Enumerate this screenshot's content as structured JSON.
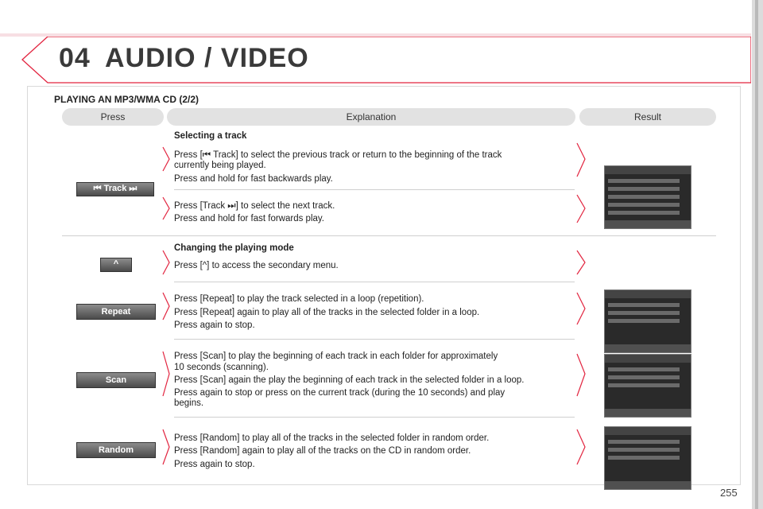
{
  "header": {
    "chapter_number": "04",
    "chapter_title": "AUDIO / VIDEO"
  },
  "section": {
    "title": "PLAYING AN MP3/WMA CD (2/2)"
  },
  "columns": {
    "press": "Press",
    "explanation": "Explanation",
    "result": "Result"
  },
  "blocks": {
    "track": {
      "heading": "Selecting a track",
      "button_label": "⏮ Track ⏭",
      "prev_line1": "Press [⏮ Track] to select the previous track or return to the beginning of the track",
      "prev_line2": "currently being played.",
      "prev_line3": "Press and hold for fast backwards play.",
      "next_line1": "Press [Track ⏭] to select the next track.",
      "next_line2": "Press and hold for fast forwards play."
    },
    "mode": {
      "heading": "Changing the playing mode",
      "button_label": "^",
      "line1": "Press [^] to access the secondary menu."
    },
    "repeat": {
      "button_label": "Repeat",
      "line1": "Press [Repeat] to play the track selected in a loop (repetition).",
      "line2": "Press [Repeat] again to play all of the tracks in the selected folder in a loop.",
      "line3": "Press again to stop."
    },
    "scan": {
      "button_label": "Scan",
      "line1": "Press [Scan] to play the beginning of each track in each folder for approximately",
      "line2": "10 seconds (scanning).",
      "line3": "Press [Scan] again the play the beginning of each track in the selected folder in a loop.",
      "line4": "Press again to stop or press on the current track (during the 10 seconds) and play",
      "line5": "begins."
    },
    "random": {
      "button_label": "Random",
      "line1": "Press [Random] to play all of the tracks in the selected folder in random order.",
      "line2": "Press [Random] again to play all of the tracks on the CD in random order.",
      "line3": "Press again to stop."
    }
  },
  "footer": {
    "page_number": "255"
  },
  "colors": {
    "accent": "#e2243f",
    "header_band": "#f4c9cf"
  }
}
